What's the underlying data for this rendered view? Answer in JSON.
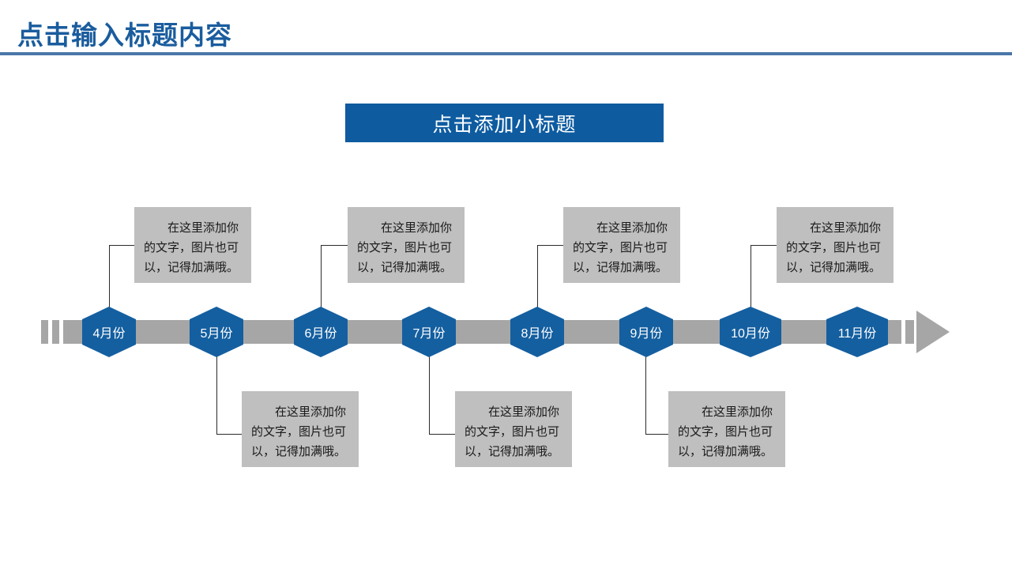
{
  "header": {
    "title": "点击输入标题内容"
  },
  "subtitle": {
    "text": "点击添加小标题"
  },
  "colors": {
    "accent_blue": "#0e5ba0",
    "node_blue": "#145fa0",
    "title_blue": "#1a5c9e",
    "rule_blue": "#4a77a8",
    "bar_gray": "#a6a6a6",
    "box_gray": "#bfbfbf",
    "text_white": "#ffffff"
  },
  "timeline": {
    "nodes": [
      {
        "label": "4月份",
        "position": "above"
      },
      {
        "label": "5月份",
        "position": "below"
      },
      {
        "label": "6月份",
        "position": "above"
      },
      {
        "label": "7月份",
        "position": "below"
      },
      {
        "label": "8月份",
        "position": "above"
      },
      {
        "label": "9月份",
        "position": "below"
      },
      {
        "label": "10月份",
        "position": "above"
      },
      {
        "label": "11月份",
        "position": "none"
      }
    ],
    "arrow_icon": "right-arrow-icon"
  },
  "notes": {
    "top": [
      {
        "text": "在这里添加你的文字，图片也可以，记得加满哦。"
      },
      {
        "text": "在这里添加你的文字，图片也可以，记得加满哦。"
      },
      {
        "text": "在这里添加你的文字，图片也可以，记得加满哦。"
      },
      {
        "text": "在这里添加你的文字，图片也可以，记得加满哦。"
      }
    ],
    "bottom": [
      {
        "text": "在这里添加你的文字，图片也可以，记得加满哦。"
      },
      {
        "text": "在这里添加你的文字，图片也可以，记得加满哦。"
      },
      {
        "text": "在这里添加你的文字，图片也可以，记得加满哦。"
      }
    ]
  }
}
